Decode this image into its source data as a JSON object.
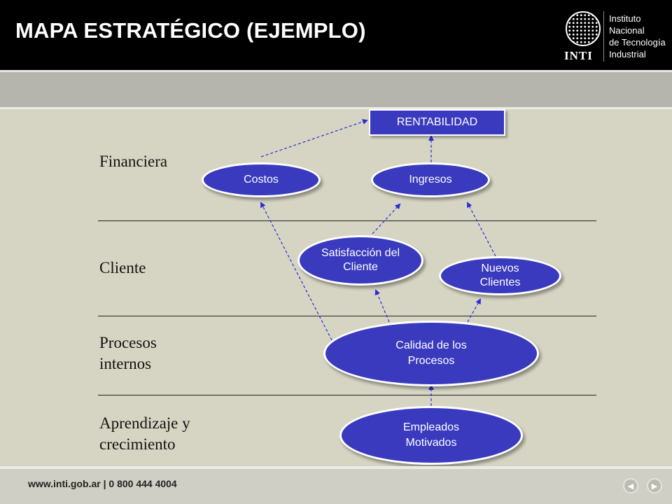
{
  "title": "MAPA ESTRATÉGICO (EJEMPLO)",
  "logo": {
    "name": "INTI",
    "lines": [
      "Instituto",
      "Nacional",
      "de Tecnología",
      "Industrial"
    ]
  },
  "footer": {
    "website": "www.inti.gob.ar",
    "separator": "|",
    "phone": "0 800 444 4004"
  },
  "perspectives": {
    "financiera": "Financiera",
    "cliente": "Cliente",
    "procesos": [
      "Procesos",
      "internos"
    ],
    "aprendizaje": [
      "Aprendizaje y",
      "crecimiento"
    ]
  },
  "nodes": {
    "rentabilidad": "RENTABILIDAD",
    "costos": "Costos",
    "ingresos": "Ingresos",
    "satisfaccion": [
      "Satisfacción del",
      "Cliente"
    ],
    "nuevos_clientes": [
      "Nuevos",
      "Clientes"
    ],
    "calidad": [
      "Calidad de los",
      "Procesos"
    ],
    "empleados": [
      "Empleados",
      "Motivados"
    ]
  },
  "colors": {
    "node_fill": "#3a3abf",
    "arrow": "#2b2bd6",
    "header": "#000000",
    "background": "#d6d5c3"
  }
}
